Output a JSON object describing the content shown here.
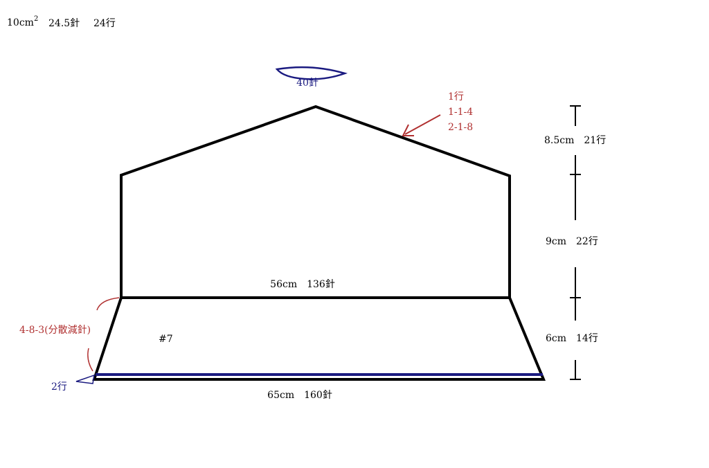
{
  "gauge": {
    "prefix": "10cm",
    "exponent": "2",
    "stitches": "24.5針",
    "rows": "24行"
  },
  "top": {
    "stitches": "40針"
  },
  "decrease_note": {
    "line1": "1行",
    "line2": "1-1-4",
    "line3": "2-1-8"
  },
  "body": {
    "width_label": "56cm　136針",
    "hem_label": "65cm　160針",
    "needle": "#7",
    "side_note": "4-8-3(分散減針)",
    "rib_rows": "2行"
  },
  "measurements": {
    "crown": "8.5cm　21行",
    "middle": "9cm　22行",
    "brim": "6cm　14行"
  },
  "colors": {
    "outline": "#000000",
    "annotation_red": "#b03030",
    "annotation_blue": "#1a1a80"
  }
}
